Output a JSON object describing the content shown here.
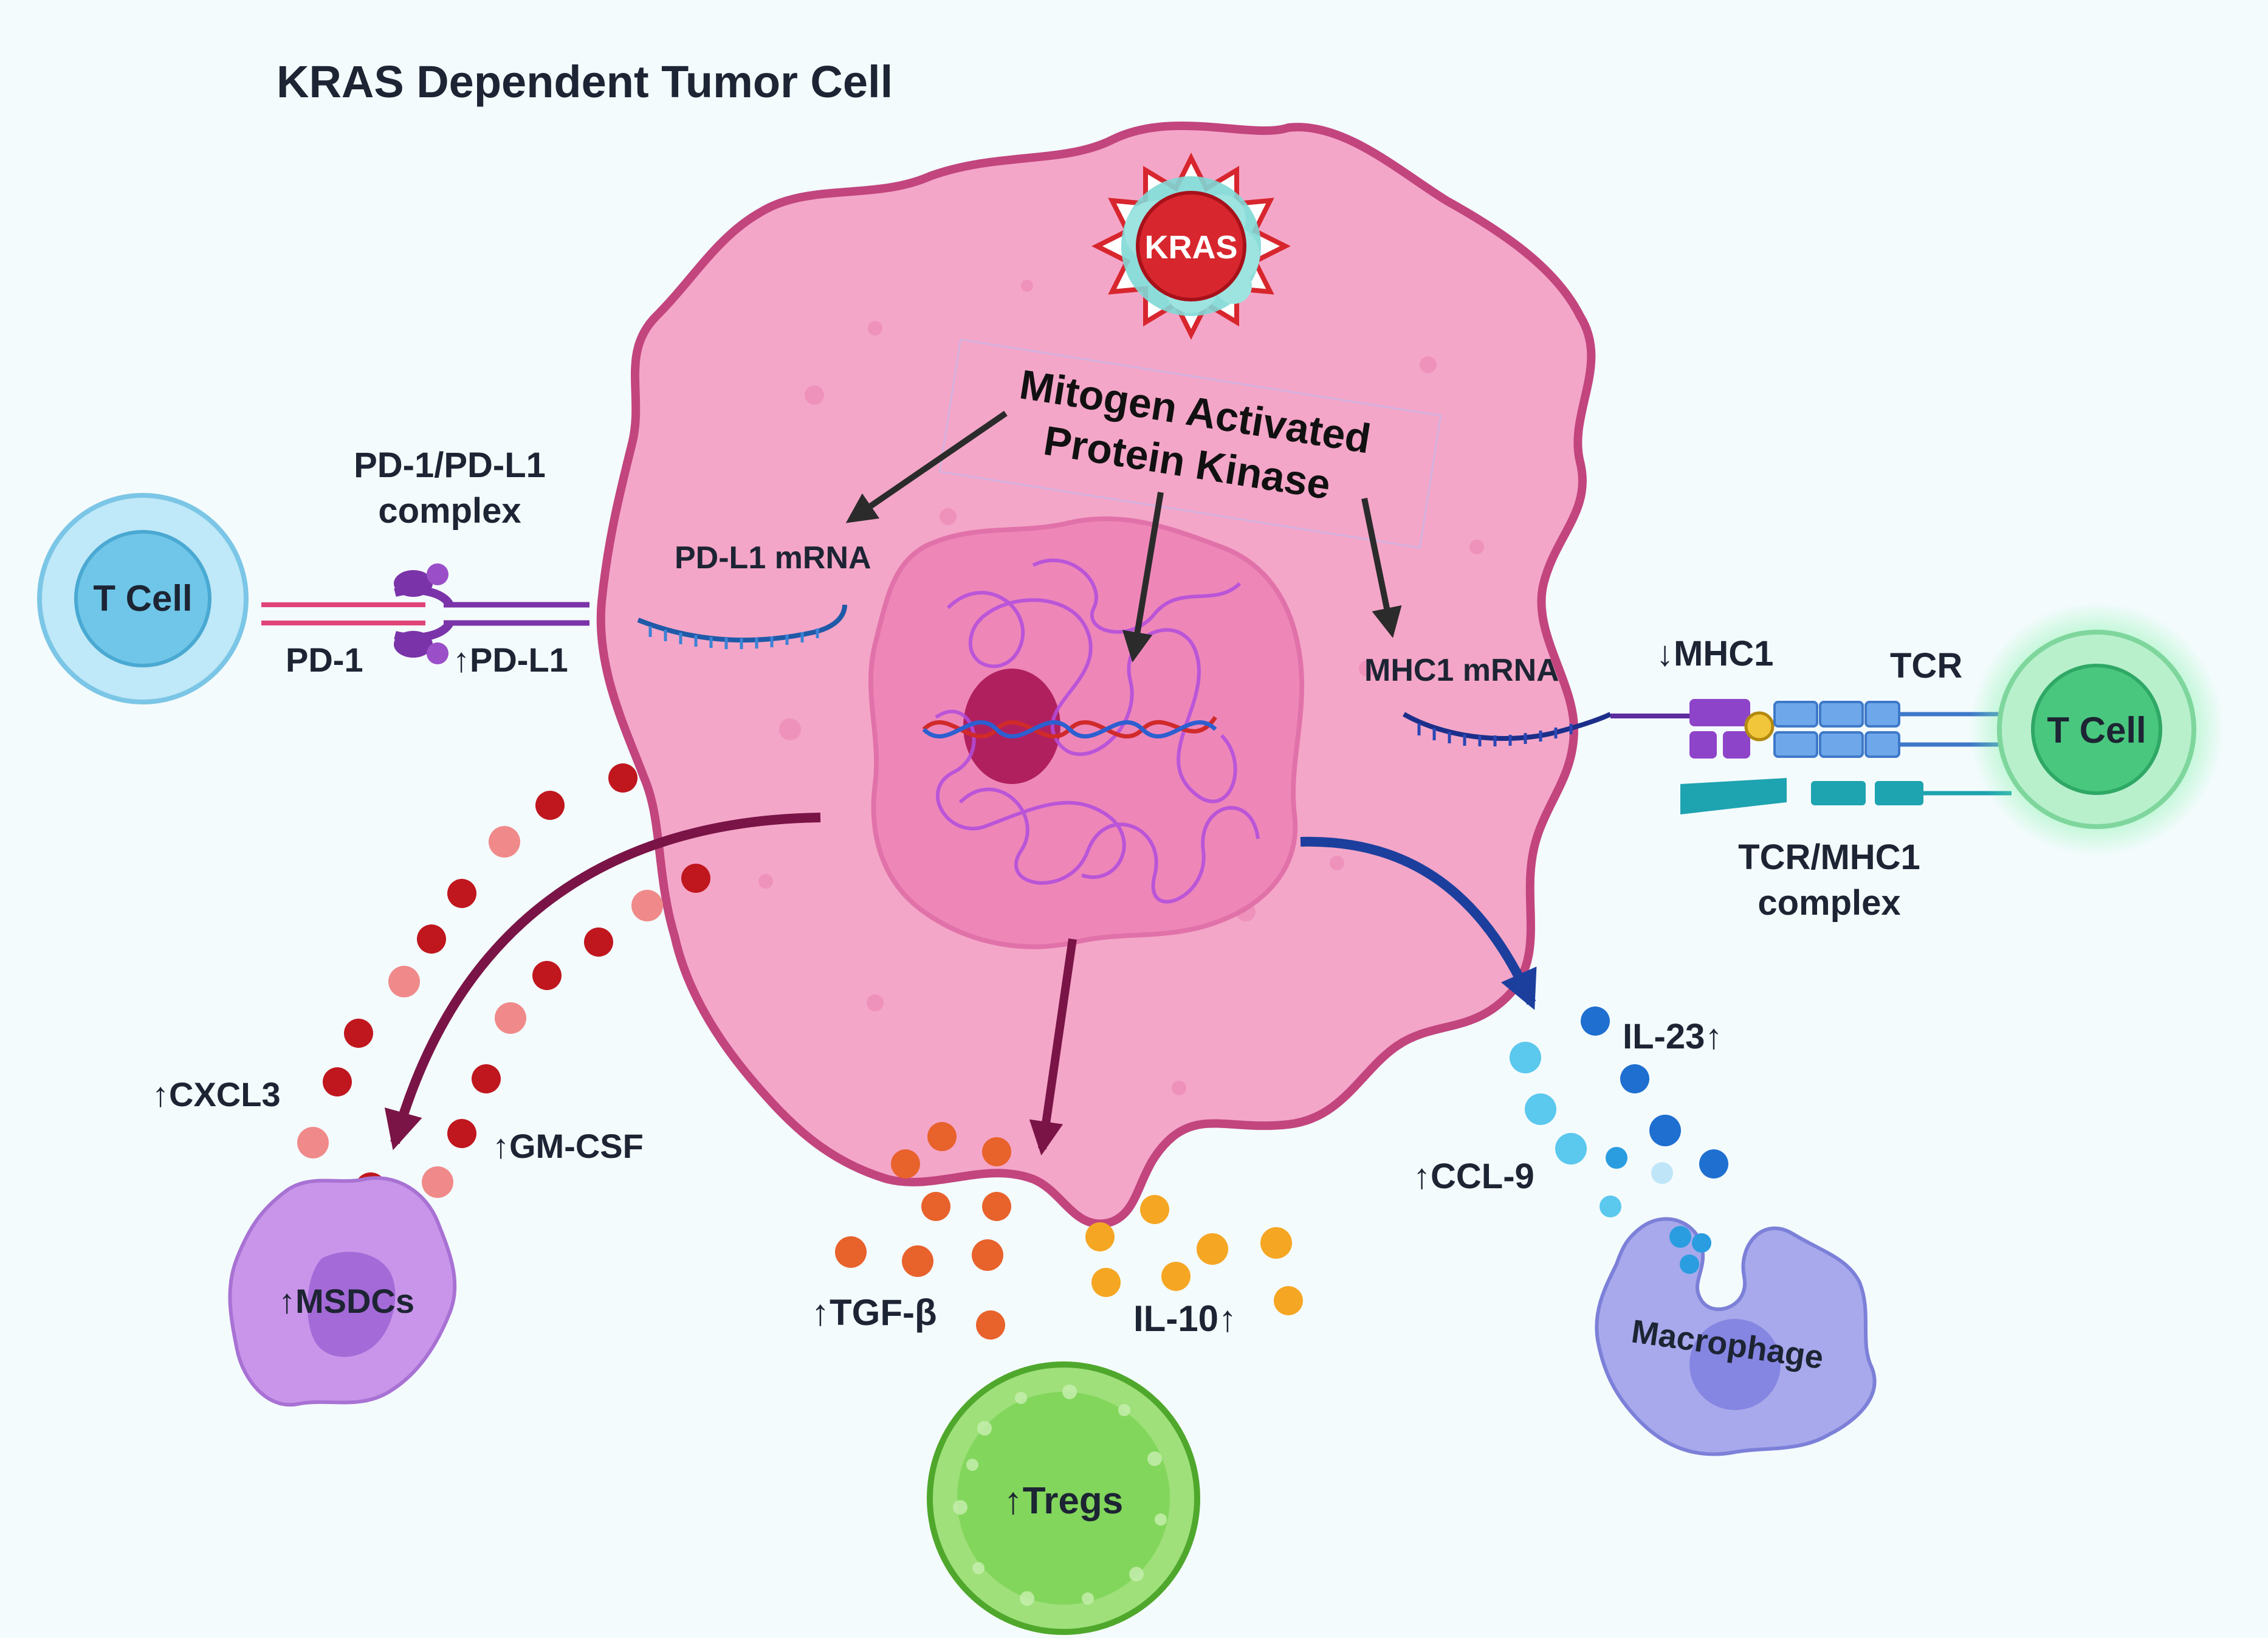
{
  "title": "KRAS Dependent Tumor Cell",
  "labels": {
    "kras": "KRAS",
    "mapk_line1": "Mitogen Activated",
    "mapk_line2": "Protein Kinase",
    "pdl1_mrna": "PD-L1 mRNA",
    "mhc1_mrna": "MHC1 mRNA",
    "pd1_pdl1_complex_line1": "PD-1/PD-L1",
    "pd1_pdl1_complex_line2": "complex",
    "pd1": "PD-1",
    "pdl1": "↑PD-L1",
    "mhc1": "↓MHC1",
    "tcr": "TCR",
    "tcr_mhc1_complex_line1": "TCR/MHC1",
    "tcr_mhc1_complex_line2": "complex",
    "t_cell_left": "T Cell",
    "t_cell_right": "T Cell",
    "cxcl3": "↑CXCL3",
    "gm_csf": "↑GM-CSF",
    "msdcs": "↑MSDCs",
    "tgf_beta": "↑TGF-β",
    "il10": "IL-10↑",
    "tregs": "↑Tregs",
    "ccl9": "↑CCL-9",
    "il23": "IL-23↑",
    "macrophage": "Macrophage"
  },
  "colors": {
    "tumor_fill": "#f4a6c8",
    "tumor_outline": "#c2457e",
    "nucleus": "#ee86b8",
    "kras_red": "#d8262e",
    "arrow_dark": "#2b2b2b",
    "arrow_maroon": "#7a1447",
    "arrow_blue": "#1c3f9e",
    "t_cell_blue": "#8fd3ee",
    "t_cell_green": "#5fd695",
    "msdc_purple": "#c995ea",
    "treg_green": "#7fd25c",
    "macrophage_blue": "#a7a9ec",
    "text": "#1d2433"
  },
  "icons": [
    "kras-burst-icon",
    "dna-helix-icon",
    "receptor-icon",
    "mrna-strand-icon",
    "cytokine-dot-icon"
  ]
}
